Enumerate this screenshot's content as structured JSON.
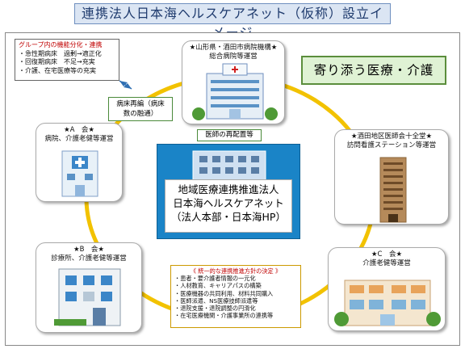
{
  "title": "連携法人日本海ヘルスケアネット（仮称）設立イメージ",
  "group_box": {
    "title": "グループ内の機能分化・連携",
    "lines": [
      "・急性期病床　過剰→適正化",
      "・回復期病床　不足→充実",
      "・介護、在宅医療等の充実"
    ]
  },
  "bed_box": {
    "line1": "病床再編（病床",
    "line2": "数の融通）"
  },
  "doctor_box": "医師の再配置等",
  "care_banner": "寄り添う医療・介護",
  "center": {
    "line1": "地域医療連携推進法人",
    "line2": "日本海ヘルスケアネット",
    "line3": "（法人本部・日本海HP）"
  },
  "cards": {
    "top": {
      "line1": "★山形県・酒田市病院機構★",
      "line2": "総合病院等運営"
    },
    "a": {
      "line1": "★A　会★",
      "line2": "病院、介護老健等運営"
    },
    "right": {
      "line1": "★酒田地区医師会十全堂★",
      "line2": "訪問看護ステーション等運営"
    },
    "b": {
      "line1": "★B　会★",
      "line2": "診療所、介護老健等運営"
    },
    "c": {
      "line1": "★C　会★",
      "line2": "介護老健等運営"
    }
  },
  "policy": {
    "title": "《 統一的な連携推進方針の決定 》",
    "items": [
      "・患者・要介護者情報の一元化",
      "・人材教育、キャリアパスの構築",
      "・医療機器の共同利用、材料共同購入",
      "・医師派遣、NS医療技師派遣等",
      "・退院支援・退院調整の円滑化",
      "・在宅医療機関・介護事業所の連携等"
    ]
  },
  "colors": {
    "ring": "#f2c200",
    "center_blue": "#1a84c7",
    "banner_green": "#5b8e3c",
    "accent_red": "#c00000"
  }
}
